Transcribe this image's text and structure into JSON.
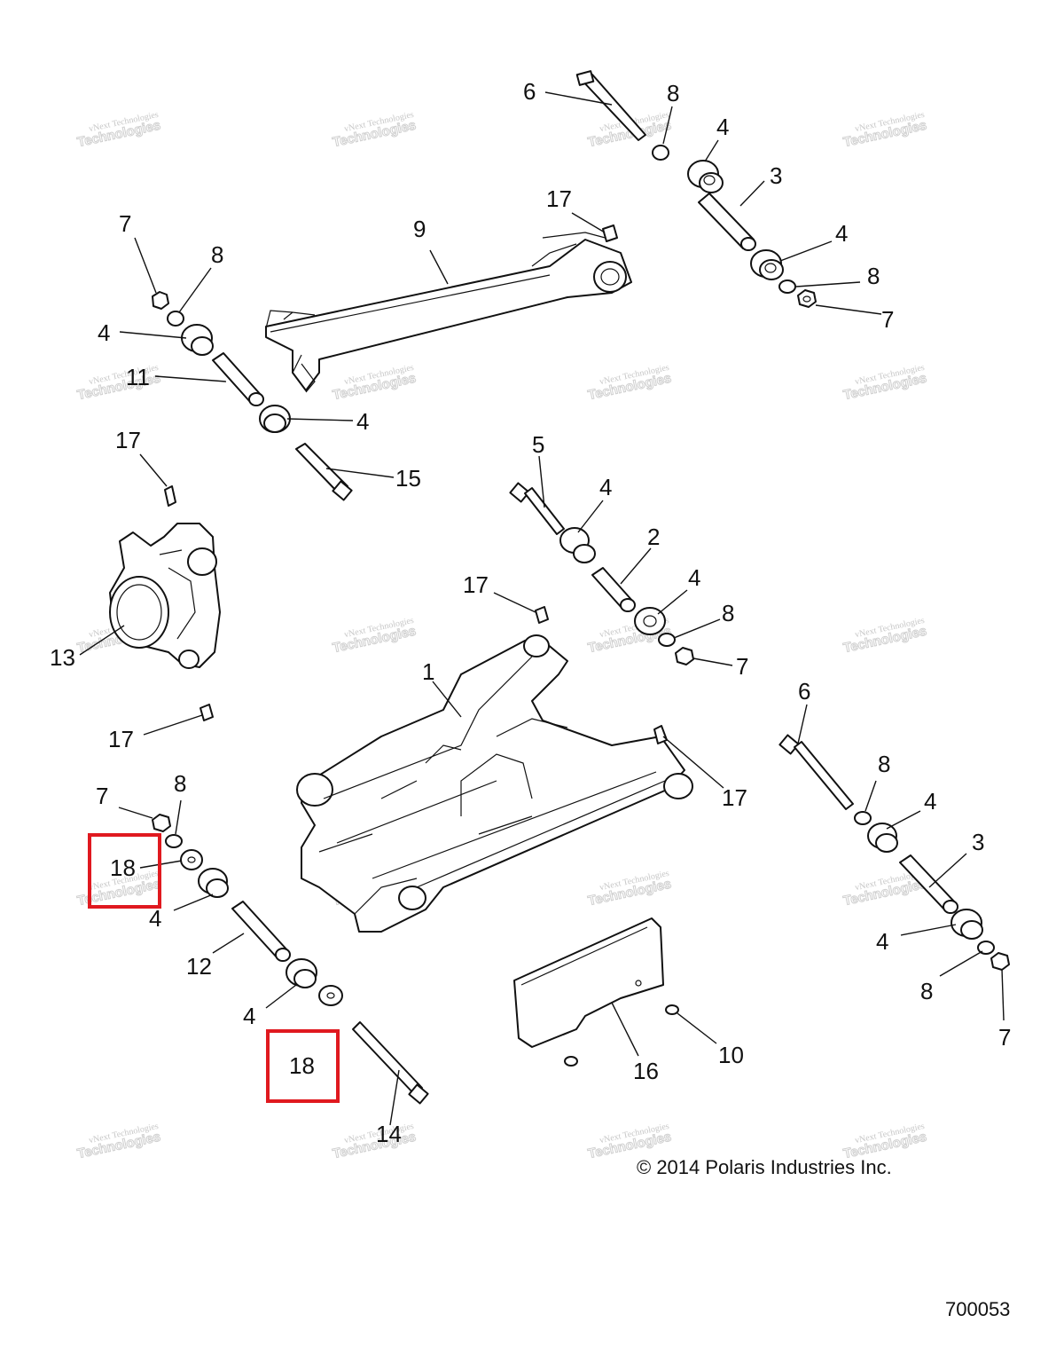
{
  "copyright": "© 2014 Polaris Industries Inc.",
  "figure_number": "700053",
  "watermark": {
    "line1": "vNext Technologies",
    "line2": "Technologies"
  },
  "callouts": [
    {
      "id": "c6a",
      "text": "6"
    },
    {
      "id": "c8a",
      "text": "8"
    },
    {
      "id": "c4a",
      "text": "4"
    },
    {
      "id": "c3a",
      "text": "3"
    },
    {
      "id": "c4b",
      "text": "4"
    },
    {
      "id": "c8b",
      "text": "8"
    },
    {
      "id": "c7a",
      "text": "7"
    },
    {
      "id": "c17a",
      "text": "17"
    },
    {
      "id": "c9",
      "text": "9"
    },
    {
      "id": "c7b",
      "text": "7"
    },
    {
      "id": "c8c",
      "text": "8"
    },
    {
      "id": "c4c",
      "text": "4"
    },
    {
      "id": "c11",
      "text": "11"
    },
    {
      "id": "c4d",
      "text": "4"
    },
    {
      "id": "c17b",
      "text": "17"
    },
    {
      "id": "c15",
      "text": "15"
    },
    {
      "id": "c5",
      "text": "5"
    },
    {
      "id": "c4e",
      "text": "4"
    },
    {
      "id": "c2",
      "text": "2"
    },
    {
      "id": "c17c",
      "text": "17"
    },
    {
      "id": "c4f",
      "text": "4"
    },
    {
      "id": "c8d",
      "text": "8"
    },
    {
      "id": "c7c",
      "text": "7"
    },
    {
      "id": "c13",
      "text": "13"
    },
    {
      "id": "c1",
      "text": "1"
    },
    {
      "id": "c17d",
      "text": "17"
    },
    {
      "id": "c6b",
      "text": "6"
    },
    {
      "id": "c17e",
      "text": "17"
    },
    {
      "id": "c8e",
      "text": "8"
    },
    {
      "id": "c7d",
      "text": "7"
    },
    {
      "id": "c8f",
      "text": "8"
    },
    {
      "id": "c4g",
      "text": "4"
    },
    {
      "id": "c3b",
      "text": "3"
    },
    {
      "id": "c18a",
      "text": "18"
    },
    {
      "id": "c4h",
      "text": "4"
    },
    {
      "id": "c12",
      "text": "12"
    },
    {
      "id": "c4i",
      "text": "4"
    },
    {
      "id": "c4j",
      "text": "4"
    },
    {
      "id": "c8g",
      "text": "8"
    },
    {
      "id": "c7e",
      "text": "7"
    },
    {
      "id": "c18b",
      "text": "18"
    },
    {
      "id": "c10",
      "text": "10"
    },
    {
      "id": "c16",
      "text": "16"
    },
    {
      "id": "c14",
      "text": "14"
    }
  ],
  "highlighted_callouts": [
    "c18a",
    "c18b"
  ],
  "colors": {
    "line": "#111111",
    "highlight": "#e0191f",
    "watermark": "#b8b8b8",
    "background": "#ffffff"
  }
}
